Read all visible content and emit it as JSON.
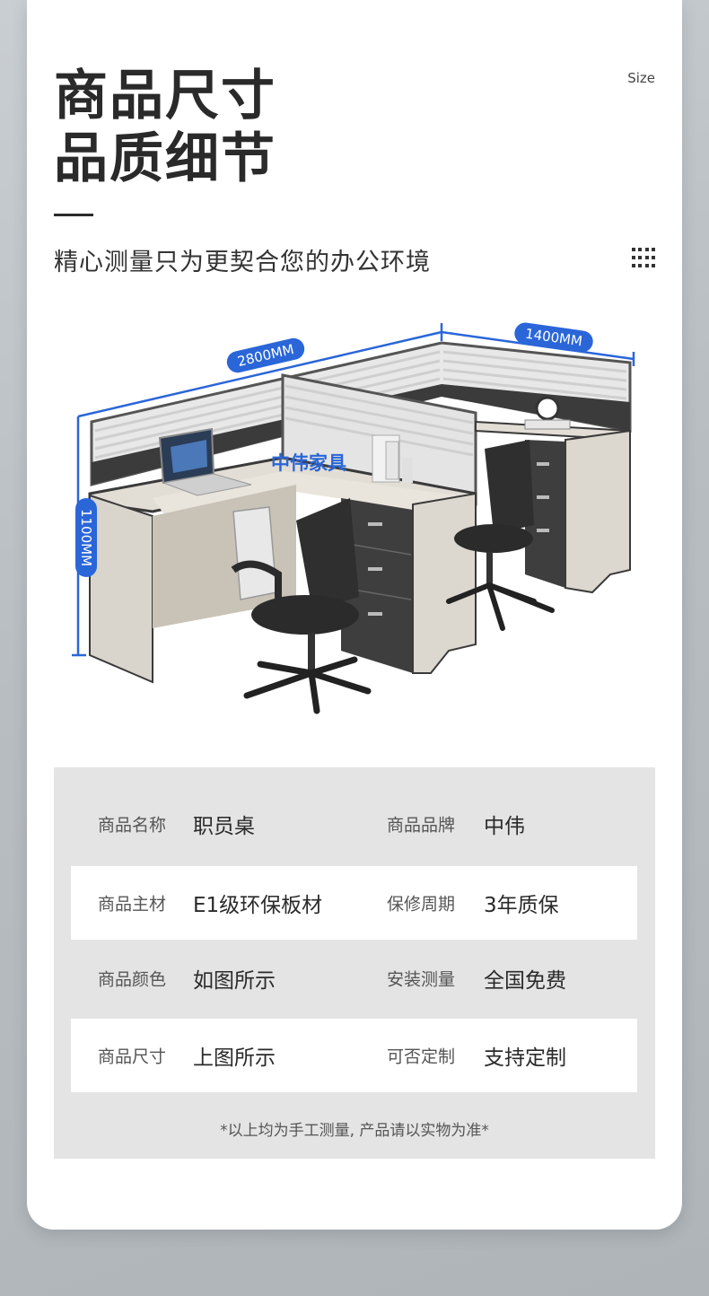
{
  "header": {
    "title_line1": "商品尺寸",
    "title_line2": "品质细节",
    "size_tag": "Size",
    "subtitle": "精心测量只为更契合您的办公环境"
  },
  "product": {
    "dimension_width": "2800MM",
    "dimension_depth": "1400MM",
    "dimension_height": "1100MM",
    "brand_watermark": "中伟家具",
    "accent_color": "#2a66d8"
  },
  "specs": {
    "rows": [
      {
        "label1": "商品名称",
        "value1": "职员桌",
        "label2": "商品品牌",
        "value2": "中伟"
      },
      {
        "label1": "商品主材",
        "value1": "E1级环保板材",
        "label2": "保修周期",
        "value2": "3年质保"
      },
      {
        "label1": "商品颜色",
        "value1": "如图所示",
        "label2": "安装测量",
        "value2": "全国免费"
      },
      {
        "label1": "商品尺寸",
        "value1": "上图所示",
        "label2": "可否定制",
        "value2": "支持定制"
      }
    ],
    "note": "*以上均为手工测量, 产品请以实物为准*"
  }
}
